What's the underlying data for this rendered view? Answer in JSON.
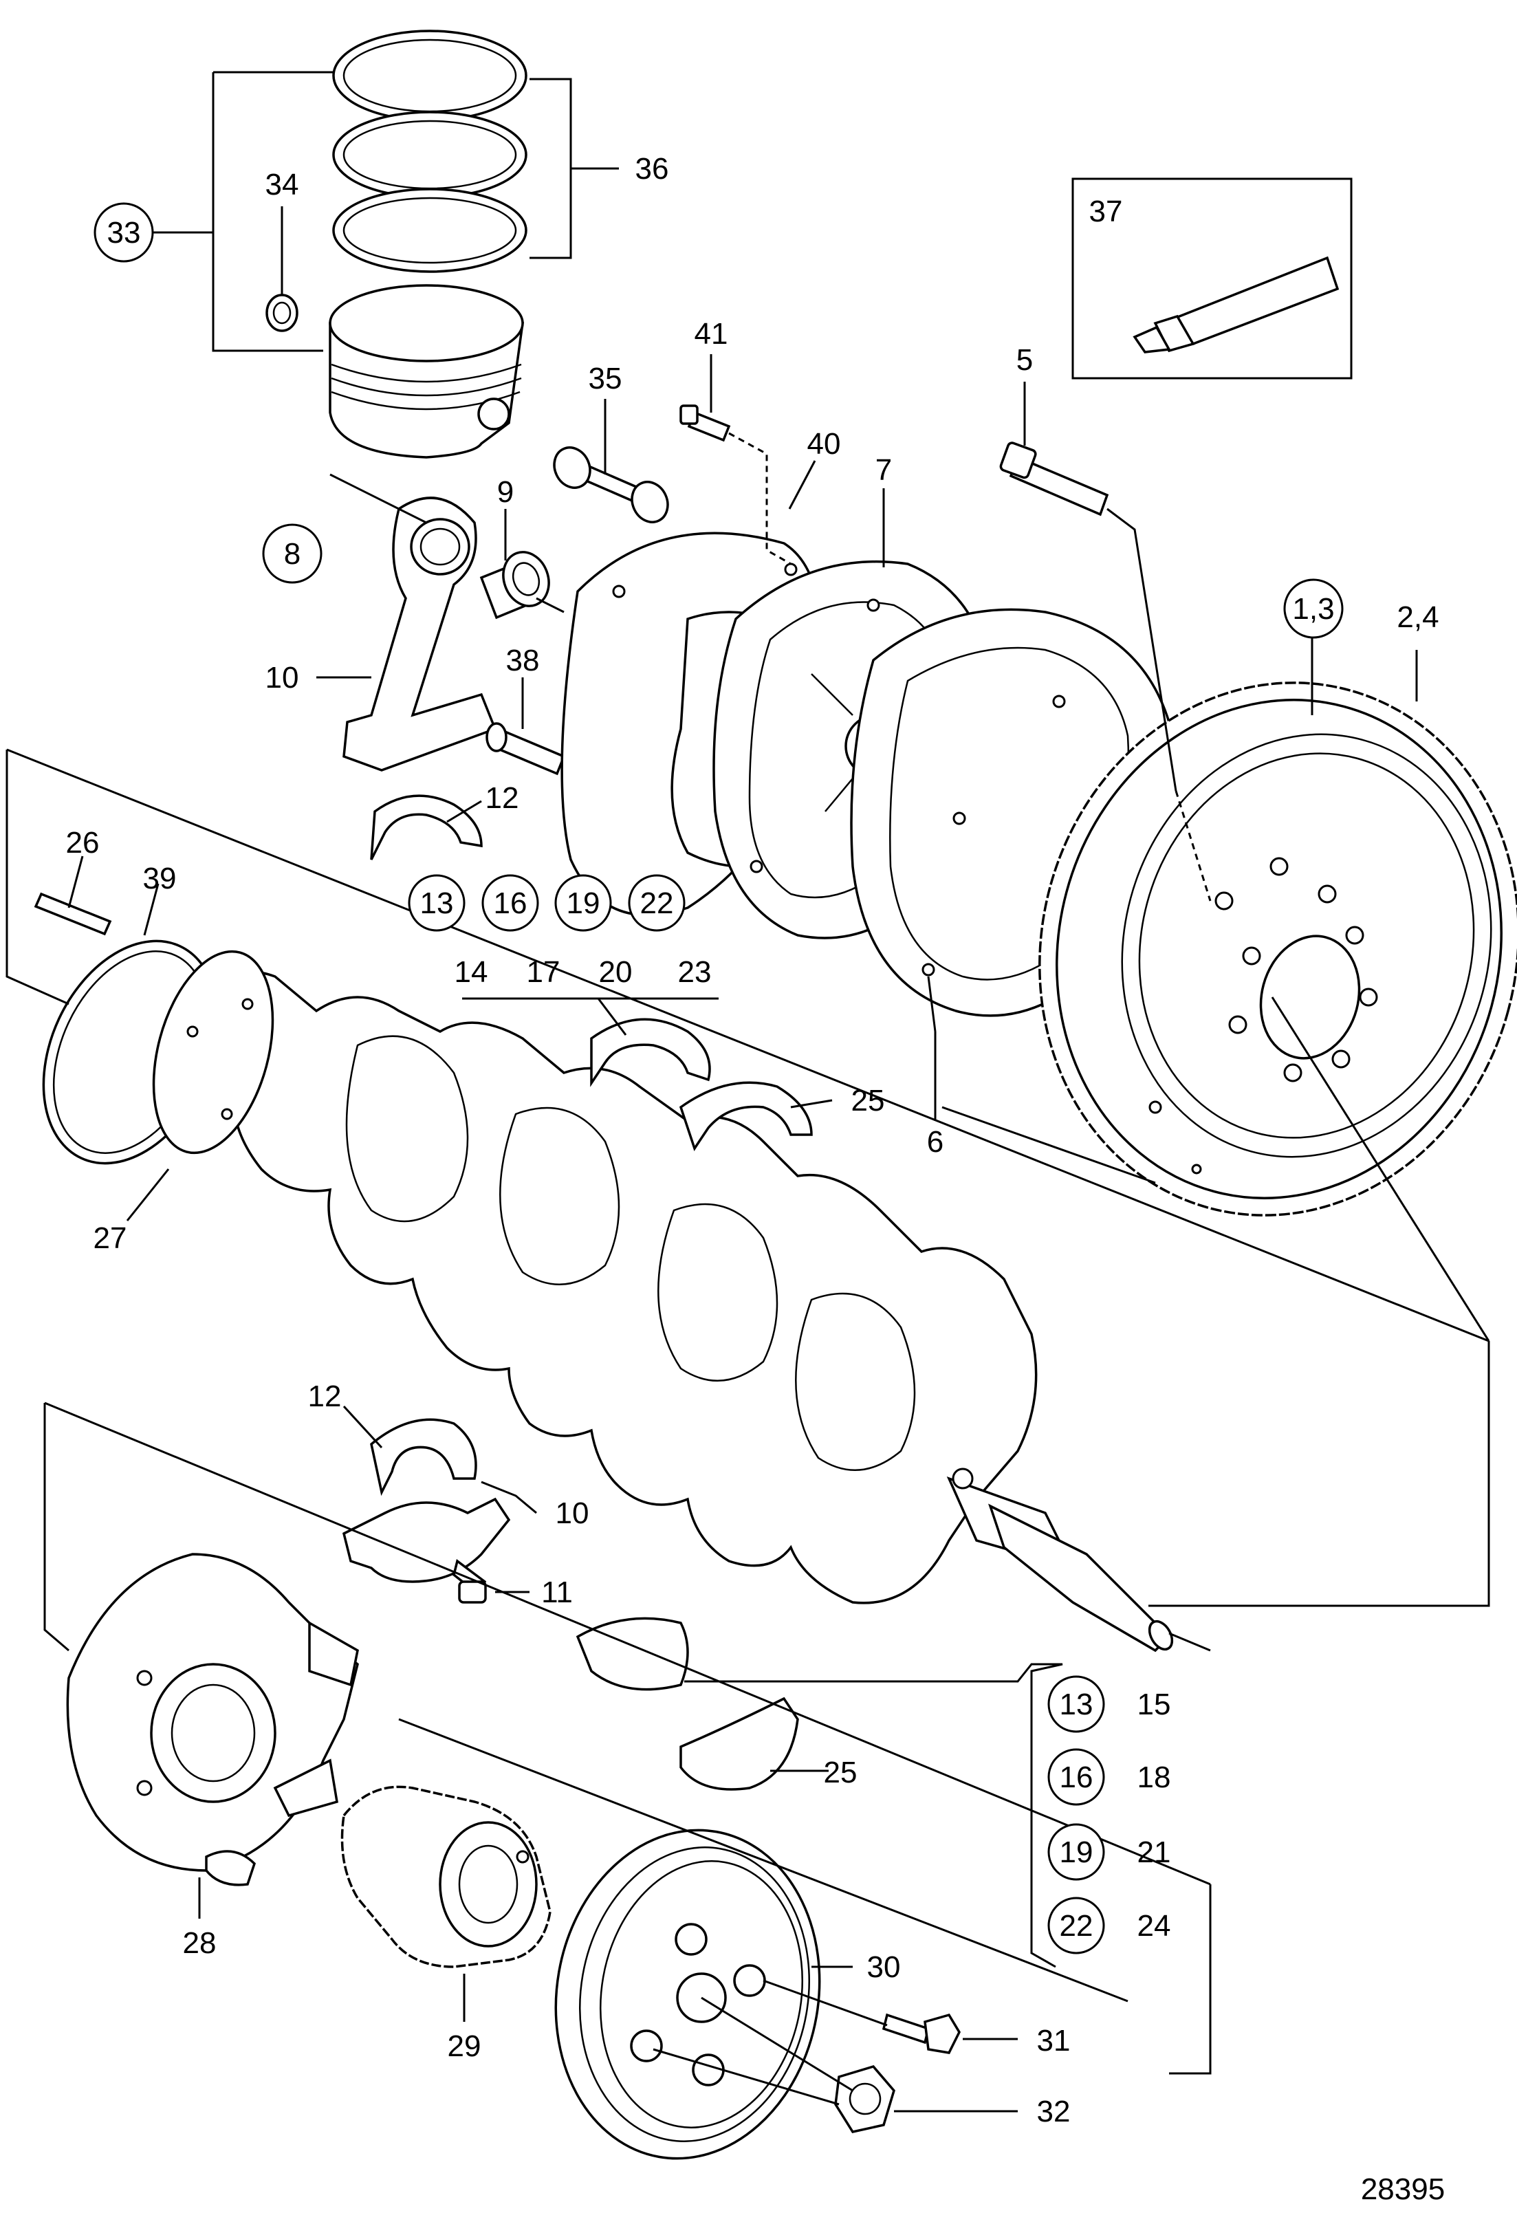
{
  "labels": {
    "l1_3": "1,3",
    "l2_4": "2,4",
    "l5": "5",
    "l6": "6",
    "l7": "7",
    "l8": "8",
    "l9": "9",
    "l10a": "10",
    "l10b": "10",
    "l11": "11",
    "l12a": "12",
    "l12b": "12",
    "l13a": "13",
    "l16a": "16",
    "l19a": "19",
    "l22a": "22",
    "l14": "14",
    "l17": "17",
    "l20": "20",
    "l23": "23",
    "l13b": "13",
    "l15": "15",
    "l16b": "16",
    "l18": "18",
    "l19b": "19",
    "l21": "21",
    "l22b": "22",
    "l24": "24",
    "l25a": "25",
    "l25b": "25",
    "l26": "26",
    "l27": "27",
    "l28": "28",
    "l29": "29",
    "l30": "30",
    "l31": "31",
    "l32": "32",
    "l33": "33",
    "l34": "34",
    "l35": "35",
    "l36": "36",
    "l37": "37",
    "l38": "38",
    "l39": "39",
    "l40": "40",
    "l41": "41"
  },
  "drawing_number": "28395"
}
